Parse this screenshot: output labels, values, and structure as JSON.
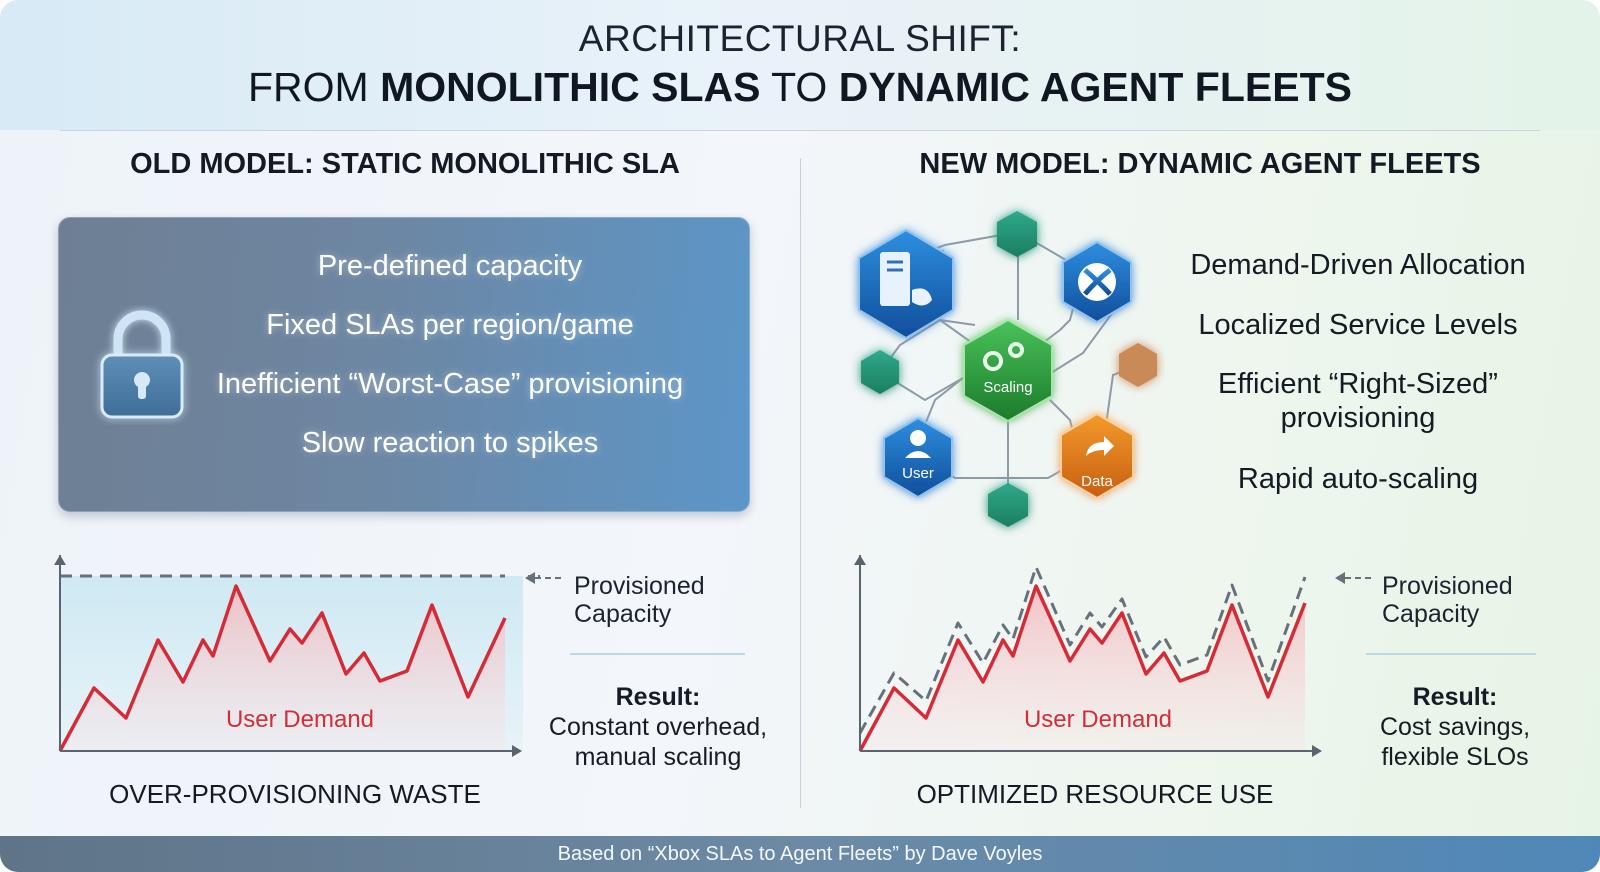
{
  "title": {
    "line1": "ARCHITECTURAL SHIFT:",
    "line2_pre": "FROM ",
    "line2_b1": "MONOLITHIC SLAS",
    "line2_mid": " TO ",
    "line2_b2": "DYNAMIC AGENT FLEETS"
  },
  "old_model": {
    "heading": "OLD MODEL: STATIC MONOLITHIC SLA",
    "points": [
      "Pre-defined capacity",
      "Fixed SLAs per region/game",
      "Inefficient “Worst-Case” provisioning",
      "Slow reaction to spikes"
    ],
    "chart": {
      "series_label": "User Demand",
      "capacity_label_1": "Provisioned",
      "capacity_label_2": "Capacity",
      "caption": "OVER-PROVISIONING WASTE",
      "result_label": "Result:",
      "result_line1": "Constant overhead,",
      "result_line2": "manual scaling"
    }
  },
  "new_model": {
    "heading": "NEW MODEL: DYNAMIC AGENT FLEETS",
    "nodes": {
      "center": "Scaling",
      "user": "User",
      "data": "Data"
    },
    "features": [
      "Demand-Driven Allocation",
      "Localized Service Levels",
      "Efficient “Right-Sized”",
      "provisioning",
      "Rapid auto-scaling"
    ],
    "chart": {
      "series_label": "User Demand",
      "capacity_label_1": "Provisioned",
      "capacity_label_2": "Capacity",
      "caption": "OPTIMIZED RESOURCE USE",
      "result_label": "Result:",
      "result_line1": "Cost savings,",
      "result_line2": "flexible SLOs"
    }
  },
  "colors": {
    "demand_line": "#d42b36",
    "capacity_line": "#66717c",
    "green_node": "#2e9e3a",
    "blue_node": "#1d6bb5",
    "orange_node": "#e07a1a"
  },
  "footer": "Based on “Xbox SLAs to Agent Fleets” by Dave Voyles"
}
